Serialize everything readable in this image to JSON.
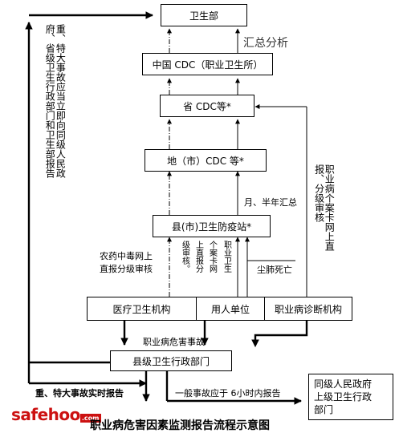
{
  "nodes": {
    "health_ministry": "卫生部",
    "china_cdc": "中国 CDC（职业卫生所）",
    "province_cdc": "省 CDC等*",
    "city_cdc": "地（市）CDC 等*",
    "county_station": "县(市)卫生防疫站*",
    "medical_org": "医疗卫生机构",
    "employer": "用人单位",
    "diagnosis_org": "职业病诊断机构",
    "county_admin": "县级卫生行政部门",
    "gov_unit": "同级人民政府\n上级卫生行政\n部门"
  },
  "labels": {
    "summary": "汇总分析",
    "monthly": "月、半年汇总",
    "pesticide": "农药中毒网上\n直报分级审核",
    "pneumo": "尘肺死亡",
    "hazard": "职业病危害事故",
    "major_report": "重、特大事故实时报告",
    "general_report": "一般事故应于 6小时内报告",
    "left_vertical": "重、特大事故应当立即向同级人民政府、省级卫生行政部门和卫生部报告",
    "right_vertical": "职业病个案卡网上直报、分级审核",
    "mid_v1": "级审核。",
    "mid_v2": "上直报分",
    "mid_v3": "个案卡网",
    "mid_v4": "职业卫生"
  },
  "caption": "职业病危害因素监测报告流程示意图",
  "logo": {
    "text": "safehoo",
    "suffix": ".com",
    "color": "#cc1111"
  }
}
